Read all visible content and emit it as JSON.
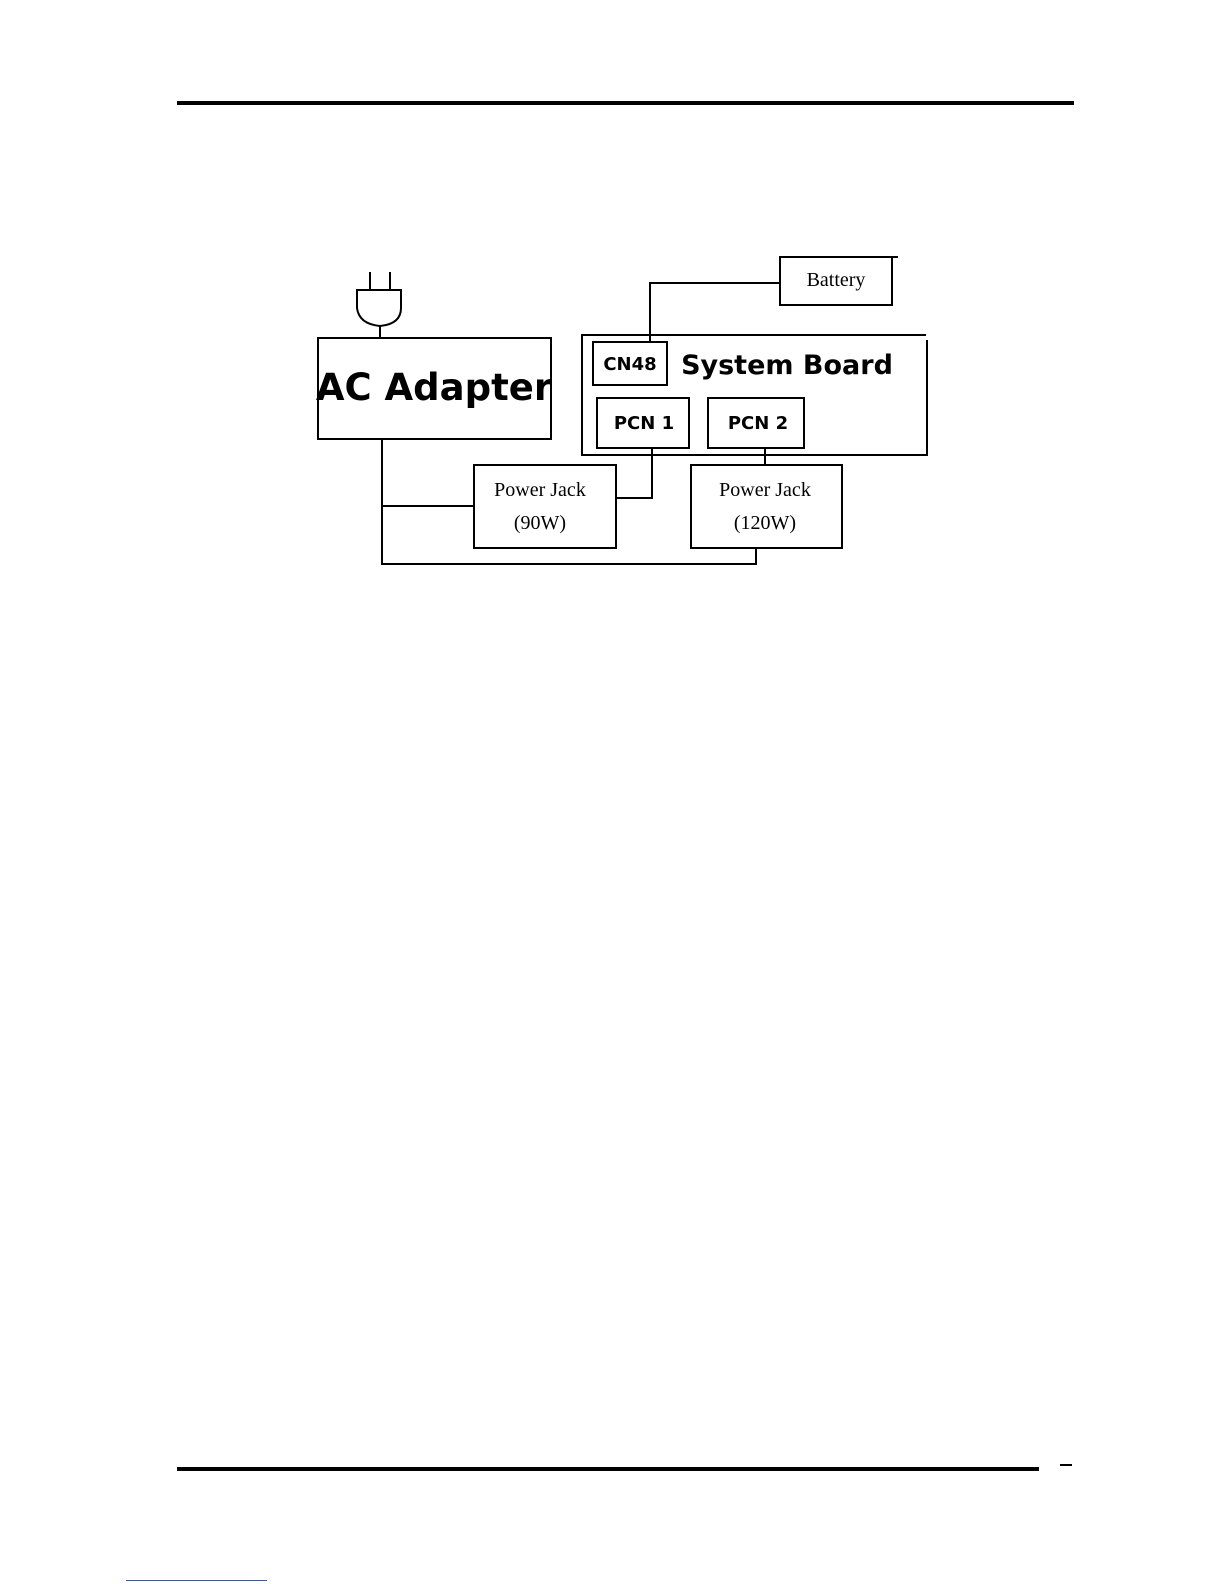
{
  "diagram": {
    "nodes": {
      "battery": "Battery",
      "cn48": "CN48",
      "system_board": "System Board",
      "ac_adapter": "AC Adapter",
      "pcn1": "PCN 1",
      "pcn2": "PCN 2",
      "power_jack_90_line1": "Power Jack",
      "power_jack_90_line2": "(90W)",
      "power_jack_120_line1": "Power Jack",
      "power_jack_120_line2": "(120W)"
    },
    "icons": {
      "plug": "plug-icon"
    }
  }
}
